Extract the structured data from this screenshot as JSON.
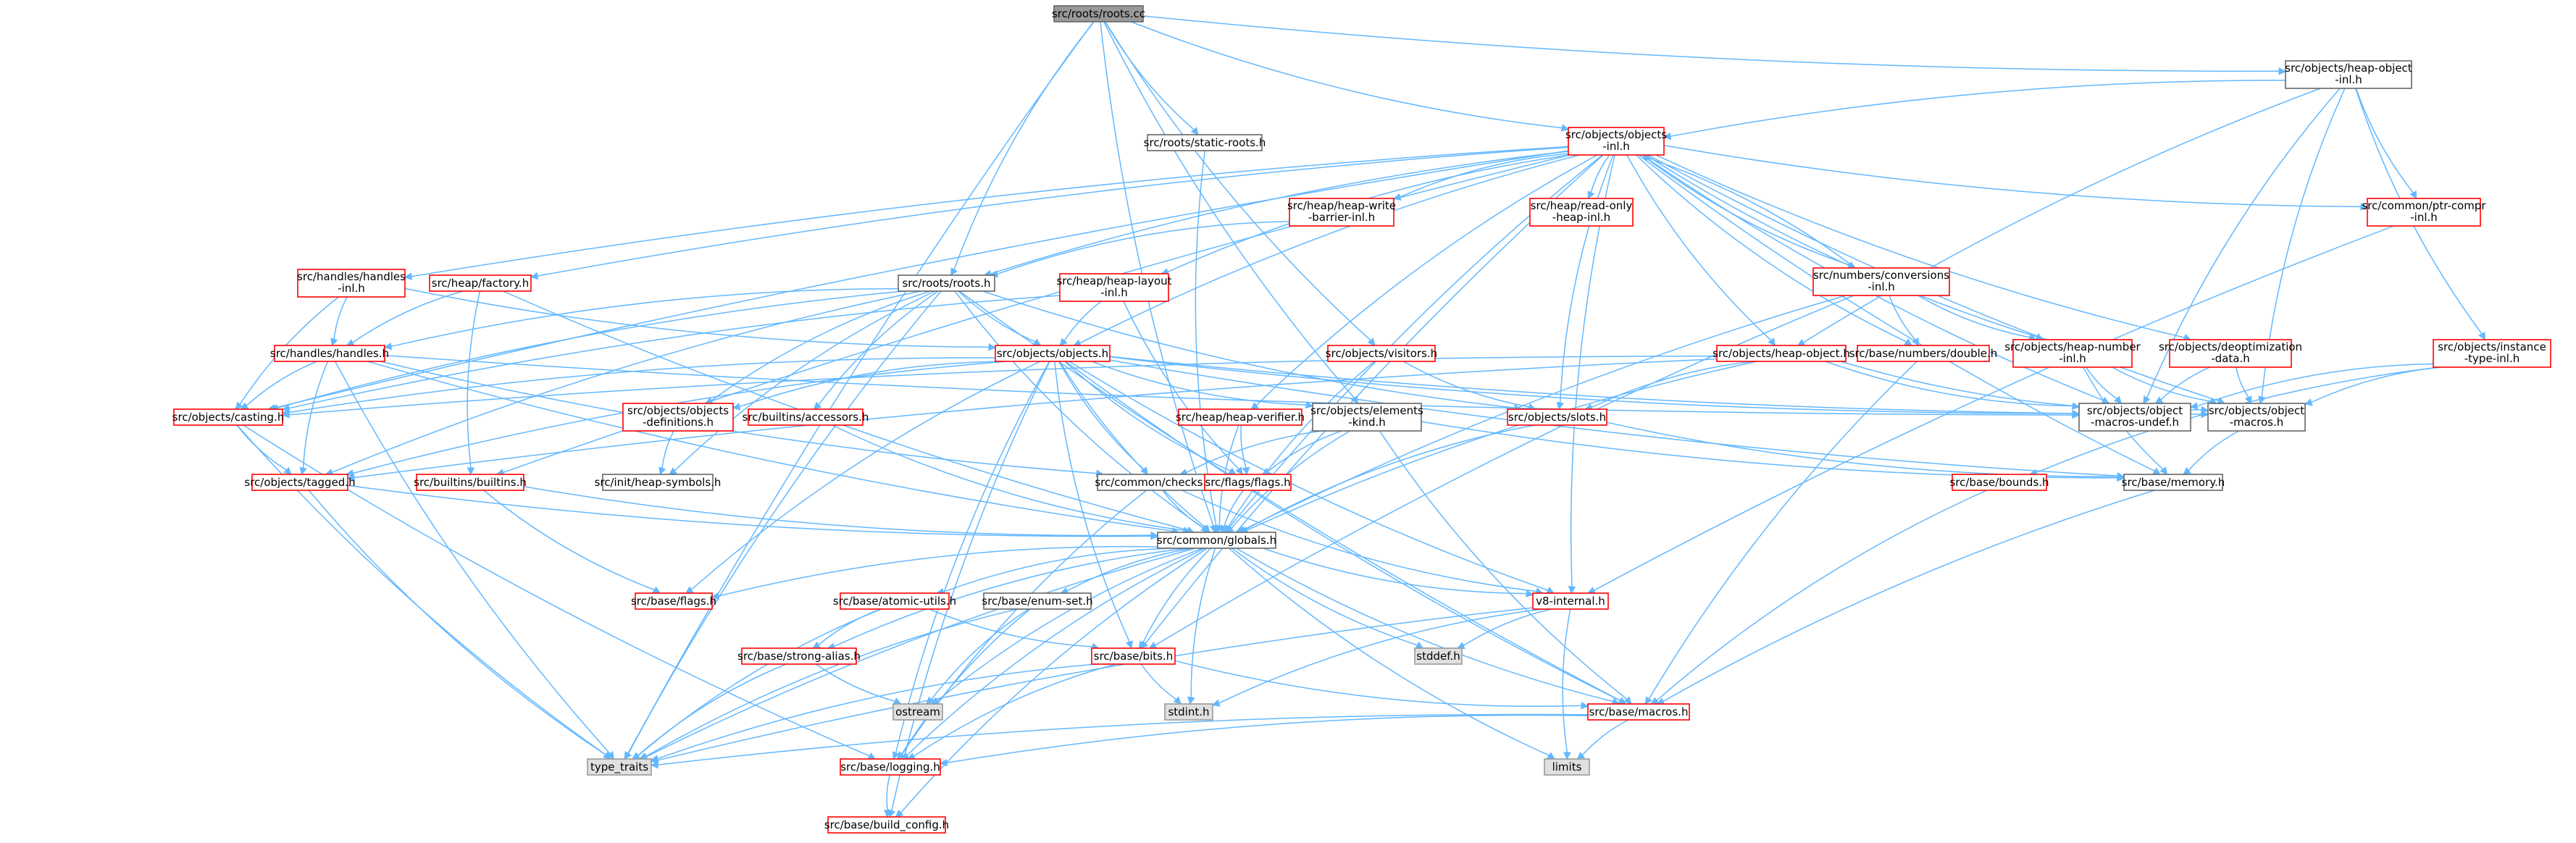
{
  "colors": {
    "edge": "#63b8ff",
    "red_border": "#ff0000",
    "black_border": "#666666",
    "external_fill": "#e0e0e0",
    "root_fill": "#999999"
  },
  "nodes": {
    "roots_cc": "src/roots/roots.cc",
    "heap_object_inl": [
      "src/objects/heap-object",
      "-inl.h"
    ],
    "objects_inl": [
      "src/objects/objects",
      "-inl.h"
    ],
    "static_roots": "src/roots/static-roots.h",
    "handles_inl": [
      "src/handles/handles",
      "-inl.h"
    ],
    "factory": "src/heap/factory.h",
    "roots_h": "src/roots/roots.h",
    "heap_write_barrier_inl": [
      "src/heap/heap-write",
      "-barrier-inl.h"
    ],
    "heap_layout_inl": [
      "src/heap/heap-layout",
      "-inl.h"
    ],
    "read_only_heap_inl": [
      "src/heap/read-only",
      "-heap-inl.h"
    ],
    "conversions_inl": [
      "src/numbers/conversions",
      "-inl.h"
    ],
    "ptr_compr_inl": [
      "src/common/ptr-compr",
      "-inl.h"
    ],
    "handles_h": "src/handles/handles.h",
    "objects_h": "src/objects/objects.h",
    "visitors": "src/objects/visitors.h",
    "heap_object_h": "src/objects/heap-object.h",
    "double_h": "src/base/numbers/double.h",
    "heap_number_inl": [
      "src/objects/heap-number",
      "-inl.h"
    ],
    "deoptimization_data": [
      "src/objects/deoptimization",
      "-data.h"
    ],
    "instance_type_inl": [
      "src/objects/instance",
      "-type-inl.h"
    ],
    "casting": "src/objects/casting.h",
    "objects_definitions": [
      "src/objects/objects",
      "-definitions.h"
    ],
    "accessors": "src/builtins/accessors.h",
    "heap_verifier": "src/heap/heap-verifier.h",
    "elements_kind": [
      "src/objects/elements",
      "-kind.h"
    ],
    "slots": "src/objects/slots.h",
    "object_macros_undef": [
      "src/objects/object",
      "-macros-undef.h"
    ],
    "object_macros": [
      "src/objects/object",
      "-macros.h"
    ],
    "tagged": "src/objects/tagged.h",
    "builtins": "src/builtins/builtins.h",
    "heap_symbols": "src/init/heap-symbols.h",
    "checks": "src/common/checks.h",
    "flags_flags": "src/flags/flags.h",
    "bounds": "src/base/bounds.h",
    "memory": "src/base/memory.h",
    "globals": "src/common/globals.h",
    "base_flags": "src/base/flags.h",
    "atomic_utils": "src/base/atomic-utils.h",
    "enum_set": "src/base/enum-set.h",
    "v8_internal": "v8-internal.h",
    "stddef": "stddef.h",
    "strong_alias": "src/base/strong-alias.h",
    "bits": "src/base/bits.h",
    "ostream": "ostream",
    "stdint": "stdint.h",
    "macros": "src/base/macros.h",
    "type_traits": "type_traits",
    "logging": "src/base/logging.h",
    "limits": "limits",
    "build_config": "src/base/build_config.h"
  }
}
